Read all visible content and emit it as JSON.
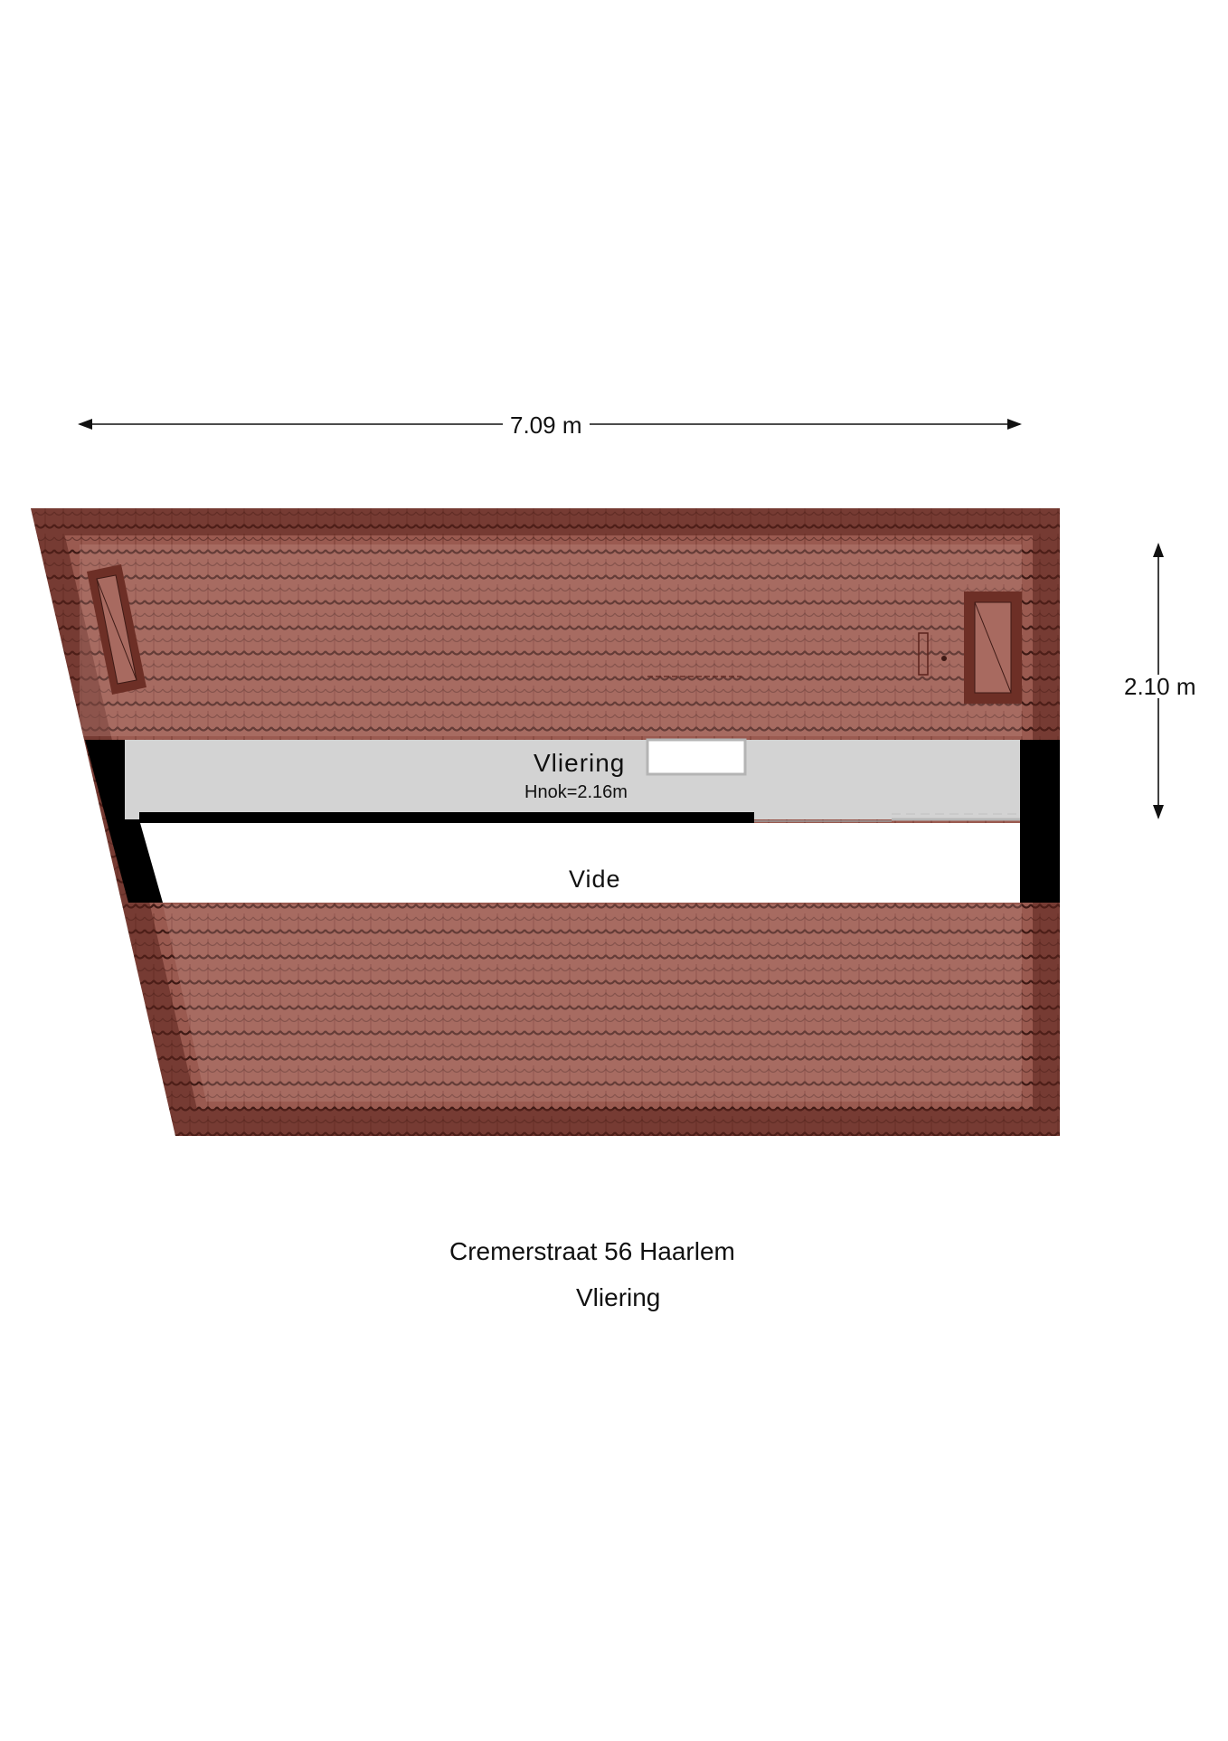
{
  "plan": {
    "width_dimension": "7.09 m",
    "height_dimension": "2.10 m",
    "rooms": [
      {
        "name": "Vliering",
        "note": "Hnok=2.16m"
      },
      {
        "name": "Vide"
      }
    ]
  },
  "caption": {
    "address": "Cremerstraat 56 Haarlem",
    "floor": "Vliering"
  },
  "colors": {
    "roof_tile": "#9a5a50",
    "roof_shadow": "#6d2f26",
    "roof_inner": "#a67066",
    "wall": "#000000",
    "floor": "#d3d3d3",
    "background": "#ffffff"
  }
}
